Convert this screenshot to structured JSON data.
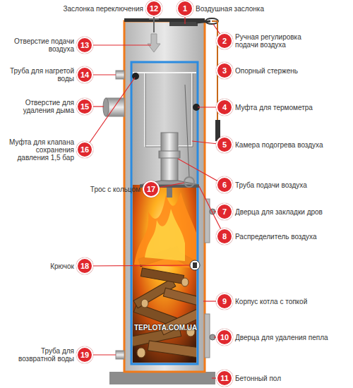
{
  "diagram": {
    "nodes": [
      {
        "text": [
          "12",
          "Заслонка переключения"
        ]
      },
      {
        "text": [
          "1",
          "Воздушная заслонка"
        ]
      },
      {
        "text": [
          "2",
          "Ручная регулировка подачи воздуха"
        ]
      },
      {
        "text": [
          "13",
          "Отверстие подачи воздуха"
        ]
      },
      {
        "text": [
          "3",
          "Опорный стержень"
        ]
      },
      {
        "text": [
          "14",
          "Труба для нагретой воды"
        ]
      },
      {
        "text": [
          "15",
          "Отверстие для удаления дыма"
        ]
      },
      {
        "text": [
          "4",
          "Муфта для термометра"
        ]
      },
      {
        "text": [
          "5",
          "Камера подогрева воздуха"
        ]
      },
      {
        "text": [
          "16",
          "Муфта для клапана сохранения давления 1,5 бар"
        ]
      },
      {
        "text": [
          "6",
          "Труба подачи воздуха"
        ]
      },
      {
        "text": [
          "17",
          "Трос с кольцом"
        ]
      },
      {
        "text": [
          "7",
          "Дверца для закладки дров"
        ]
      },
      {
        "text": [
          "8",
          "Распределитель воздуха"
        ]
      },
      {
        "text": [
          "18",
          "Крючок"
        ]
      },
      {
        "text": [
          "9",
          "Корпус котла с топкой"
        ]
      },
      {
        "text": [
          "10",
          "Дверца для удаления пепла"
        ]
      },
      {
        "text": [
          "19",
          "Труба для возвратной воды"
        ]
      },
      {
        "text": [
          "11",
          "Бетонный пол"
        ]
      }
    ],
    "labels": [
      "TEPLOTA.COM.UA"
    ]
  }
}
